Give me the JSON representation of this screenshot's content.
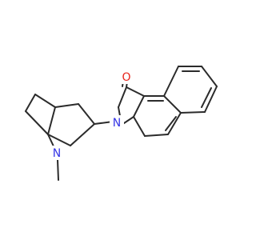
{
  "molecule": {
    "atoms": {
      "oxygen": "O",
      "amide_nitrogen": "N",
      "bridge_nitrogen": "N"
    },
    "colors": {
      "bond": "#2b2b2b",
      "oxygen": "#e8241b",
      "nitrogen": "#3535e6",
      "background": "#ffffff"
    }
  }
}
